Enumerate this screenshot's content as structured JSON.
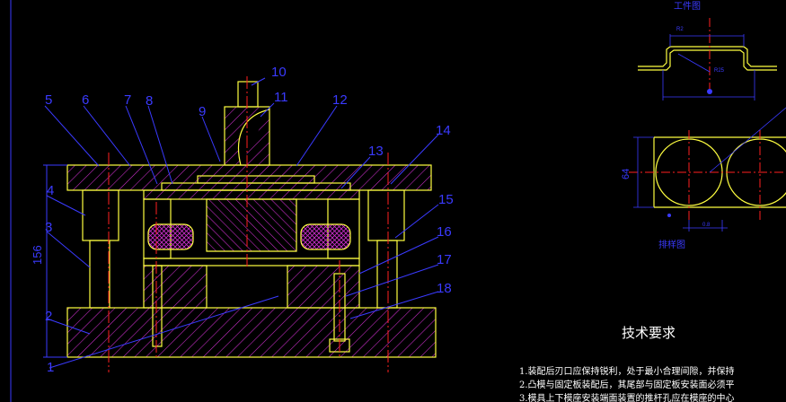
{
  "part_numbers": [
    "1",
    "2",
    "3",
    "4",
    "5",
    "6",
    "7",
    "8",
    "9",
    "10",
    "11",
    "12",
    "13",
    "14",
    "15",
    "16",
    "17",
    "18"
  ],
  "dimensions": {
    "total_height": "156",
    "diameter": "64",
    "small_a": "R2",
    "small_b": "R25",
    "small_c": "0.8"
  },
  "captions": {
    "workpiece": "工件图",
    "layout": "排样图"
  },
  "technical_requirements": {
    "title": "技术要求",
    "lines": [
      "1.装配后刃口应保持锐利，处于最小合理间隙，并保持",
      "2.凸模与固定板装配后，其尾部与固定板安装面必须平",
      "3.模具上下模座安装端面装置的推杆孔应在模座的中心"
    ]
  },
  "colors": {
    "background": "#000000",
    "outline": "#ffff40",
    "hatch": "#d030d0",
    "centerline": "#ff2020",
    "dimension": "#3a3aff",
    "text": "#ffffff"
  }
}
